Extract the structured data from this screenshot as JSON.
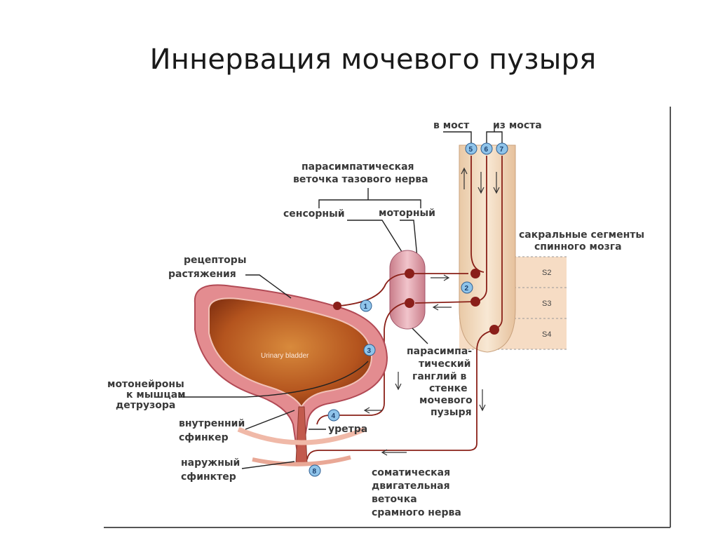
{
  "slide": {
    "title": "Иннервация мочевого пузыря"
  },
  "diagram": {
    "top_labels": {
      "to_pons": "в мост",
      "from_pons": "из моста"
    },
    "pelvic_nerve": {
      "line1": "парасимпатическая",
      "line2": "веточка тазового нерва",
      "sensory": "сенсорный",
      "motor": "моторный"
    },
    "sacral": {
      "line1": "сакральные сегменты",
      "line2": "спинного мозга",
      "segments": [
        "S2",
        "S3",
        "S4"
      ]
    },
    "receptors": {
      "line1": "рецепторы",
      "line2": "растяжения"
    },
    "bladder_label": "Urinary bladder",
    "motoneurons": {
      "line1": "мотонейроны",
      "line2": "к мышцам",
      "line3": "детрузора"
    },
    "ganglion": {
      "line1": "парасимпа-",
      "line2": "тический",
      "line3": "ганглий в",
      "line4": "стенке",
      "line5": "мочевого",
      "line6": "пузыря"
    },
    "internal_sphincter": {
      "line1": "внутренний",
      "line2": "сфинкер"
    },
    "urethra": "уретра",
    "external_sphincter": {
      "line1": "наружный",
      "line2": "сфинктер"
    },
    "somatic": {
      "line1": "соматическая",
      "line2": "двигательная",
      "line3": "веточка",
      "line4": "срамного нерва"
    },
    "badges": [
      "1",
      "2",
      "3",
      "4",
      "5",
      "6",
      "7",
      "8"
    ]
  },
  "colors": {
    "nerve": "#8a2018",
    "spinal_cord": "#f3dcc2",
    "segment_band": "#f5d5b8",
    "bladder_wall": "#d9727a",
    "bladder_lumen": "#b8561f",
    "badge": "#8fc4ea"
  },
  "icons": [
    "numbered-badge-icon",
    "neuron-body-icon",
    "direction-arrow-icon"
  ]
}
